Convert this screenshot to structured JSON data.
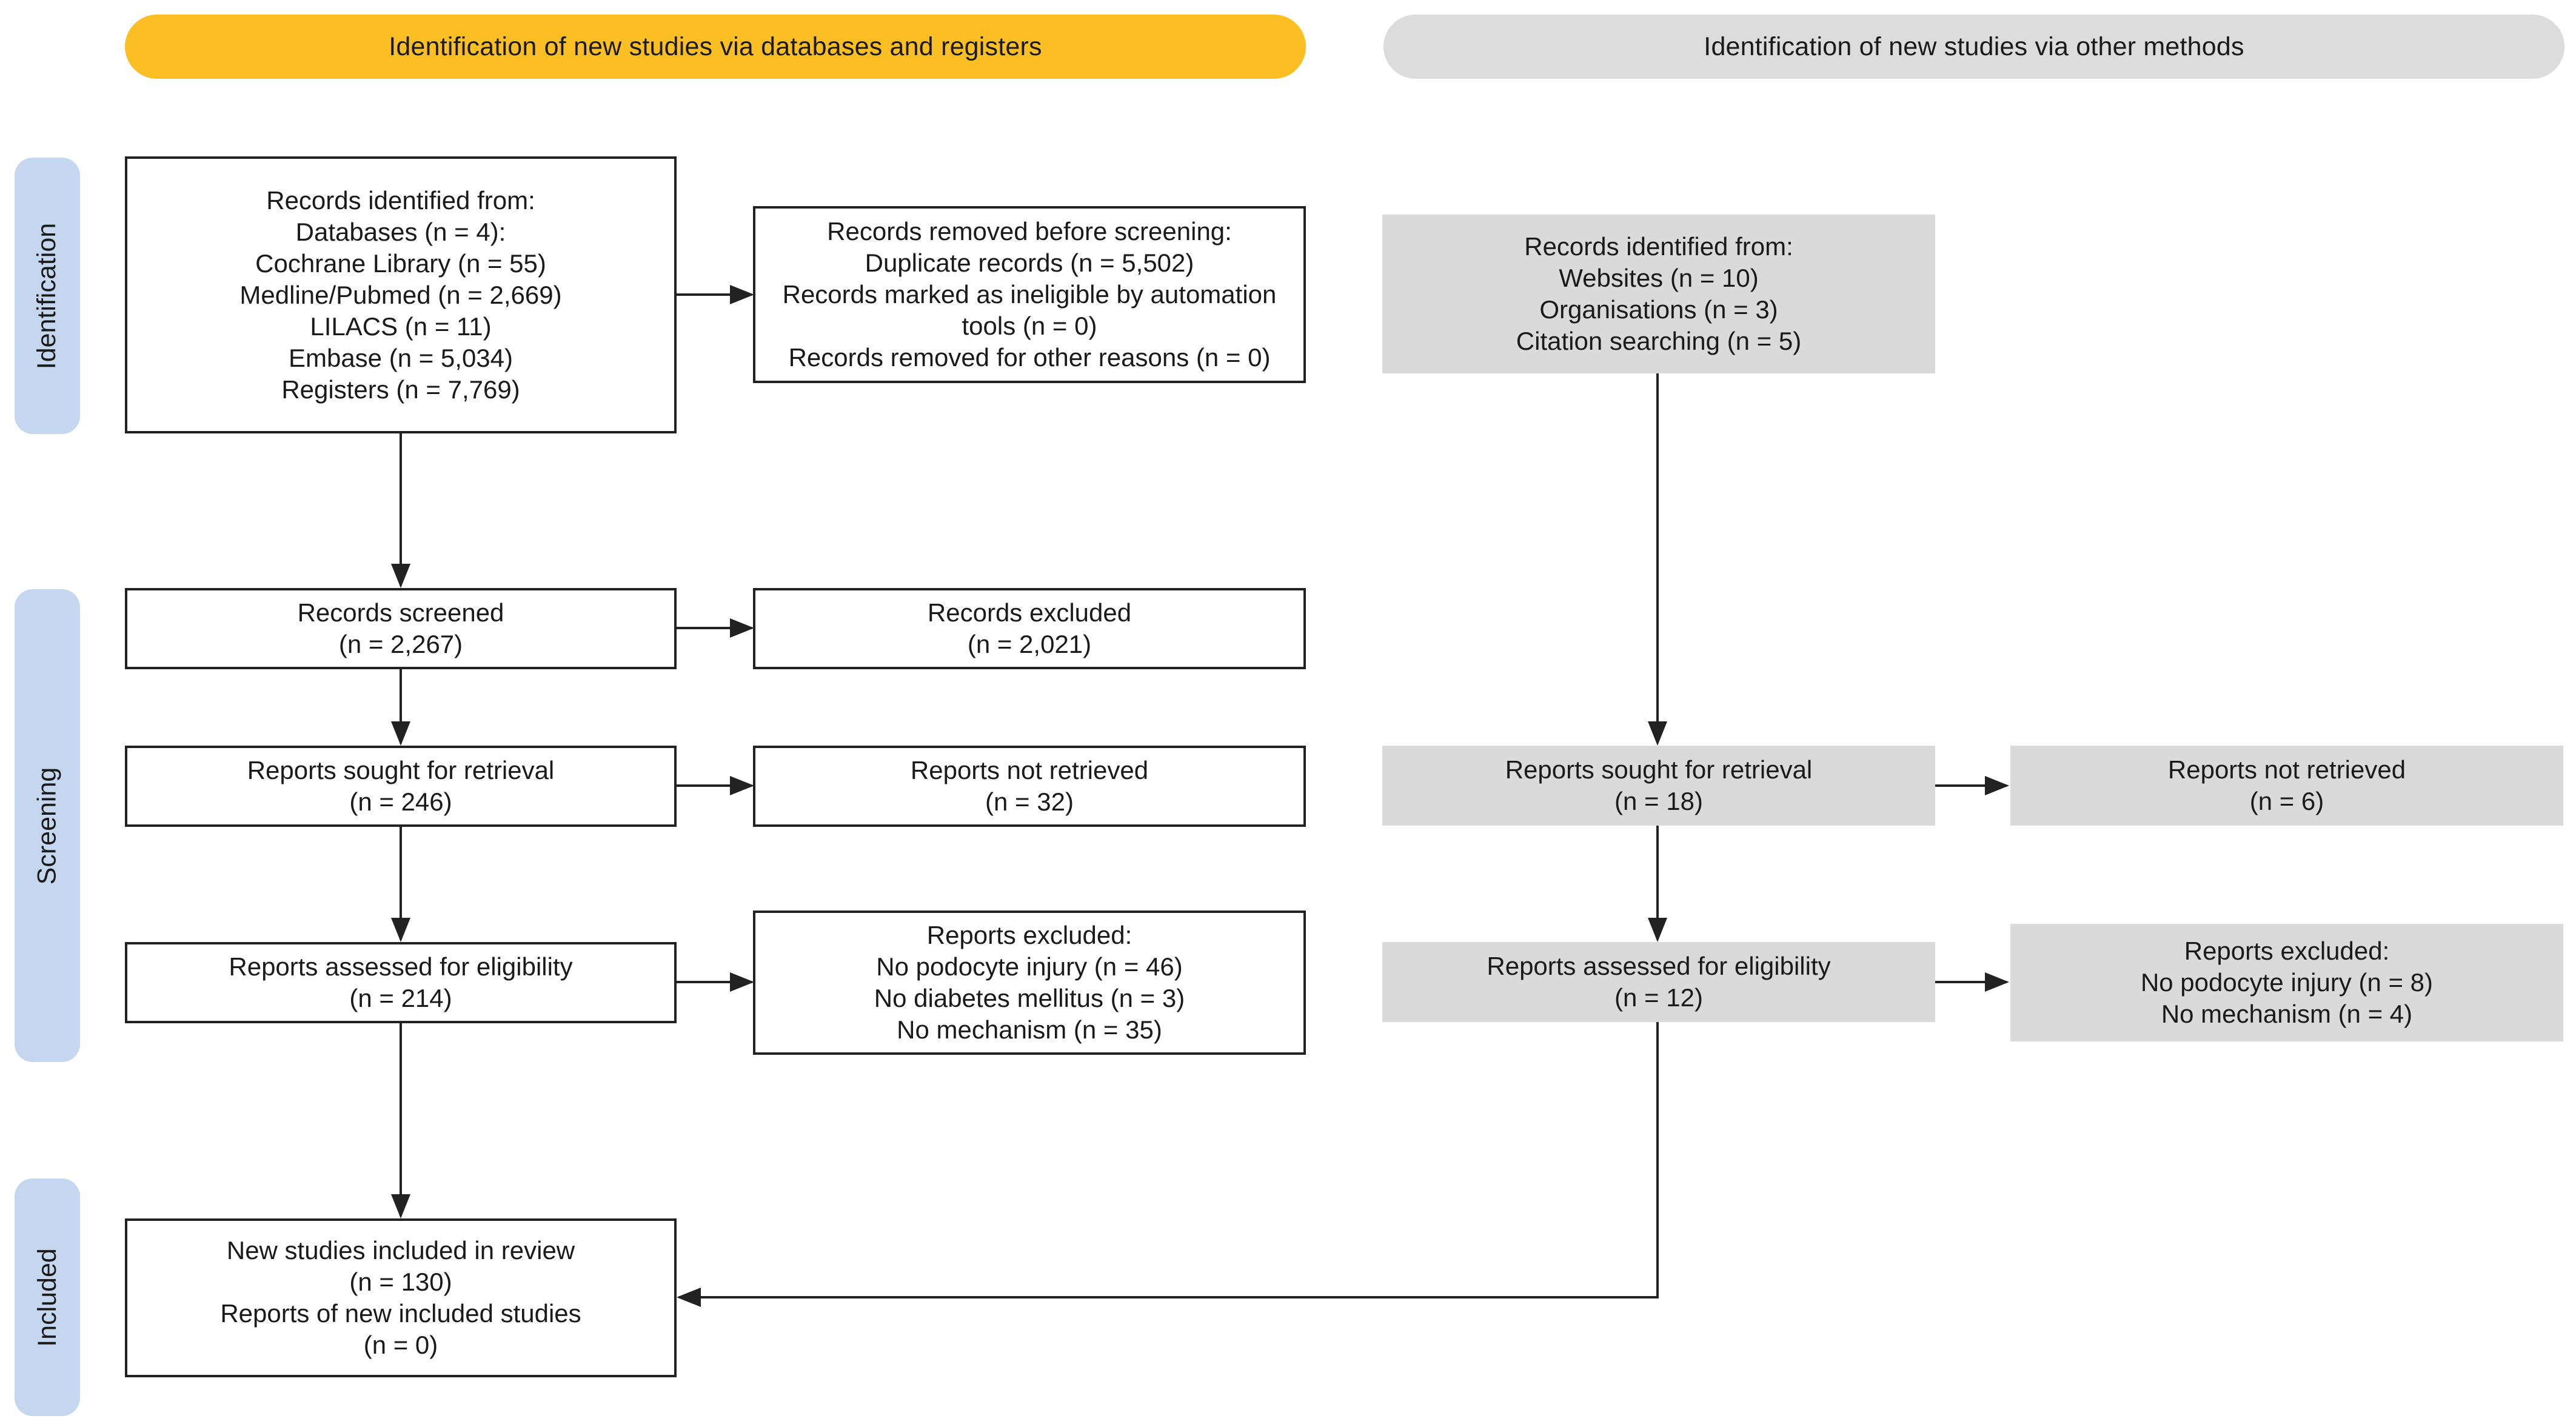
{
  "headers": {
    "databases": "Identification of new studies via databases and registers",
    "other": "Identification of new studies via other methods"
  },
  "phases": {
    "identification": "Identification",
    "screening": "Screening",
    "included": "Included"
  },
  "colors": {
    "header_databases": "#fbbf24",
    "header_other": "#dcdcdc",
    "phase_label": "#c5d6ef",
    "grey_box": "#dadada",
    "line": "#222222"
  },
  "databases_column": {
    "records_identified": {
      "lines": [
        "Records identified from:",
        "Databases (n = 4):",
        "Cochrane Library (n = 55)",
        "Medline/Pubmed (n = 2,669)",
        "LILACS (n = 11)",
        "Embase (n = 5,034)",
        "Registers (n = 7,769)"
      ]
    },
    "records_removed": {
      "lines": [
        "Records removed before screening:",
        "Duplicate records (n = 5,502)",
        "Records marked as ineligible by automation",
        "tools (n = 0)",
        "Records removed for other reasons (n = 0)"
      ]
    },
    "records_screened": {
      "lines": [
        "Records screened",
        "(n = 2,267)"
      ]
    },
    "records_excluded": {
      "lines": [
        "Records excluded",
        "(n = 2,021)"
      ]
    },
    "reports_sought": {
      "lines": [
        "Reports sought for retrieval",
        "(n = 246)"
      ]
    },
    "reports_not_retrieved": {
      "lines": [
        "Reports not retrieved",
        "(n = 32)"
      ]
    },
    "reports_assessed": {
      "lines": [
        "Reports assessed for eligibility",
        "(n = 214)"
      ]
    },
    "reports_excluded": {
      "lines": [
        "Reports excluded:",
        "No podocyte injury (n = 46)",
        "No diabetes mellitus (n = 3)",
        "No mechanism (n = 35)"
      ]
    },
    "included": {
      "lines": [
        "New studies included in review",
        "(n = 130)",
        "Reports of new included studies",
        "(n = 0)"
      ]
    }
  },
  "other_column": {
    "records_identified": {
      "lines": [
        "Records identified from:",
        "Websites (n = 10)",
        "Organisations (n = 3)",
        "Citation searching (n = 5)"
      ]
    },
    "reports_sought": {
      "lines": [
        "Reports sought for retrieval",
        "(n = 18)"
      ]
    },
    "reports_not_retrieved": {
      "lines": [
        "Reports not retrieved",
        "(n = 6)"
      ]
    },
    "reports_assessed": {
      "lines": [
        "Reports assessed for eligibility",
        "(n = 12)"
      ]
    },
    "reports_excluded": {
      "lines": [
        "Reports excluded:",
        "No podocyte injury (n = 8)",
        "No mechanism (n = 4)"
      ]
    }
  }
}
